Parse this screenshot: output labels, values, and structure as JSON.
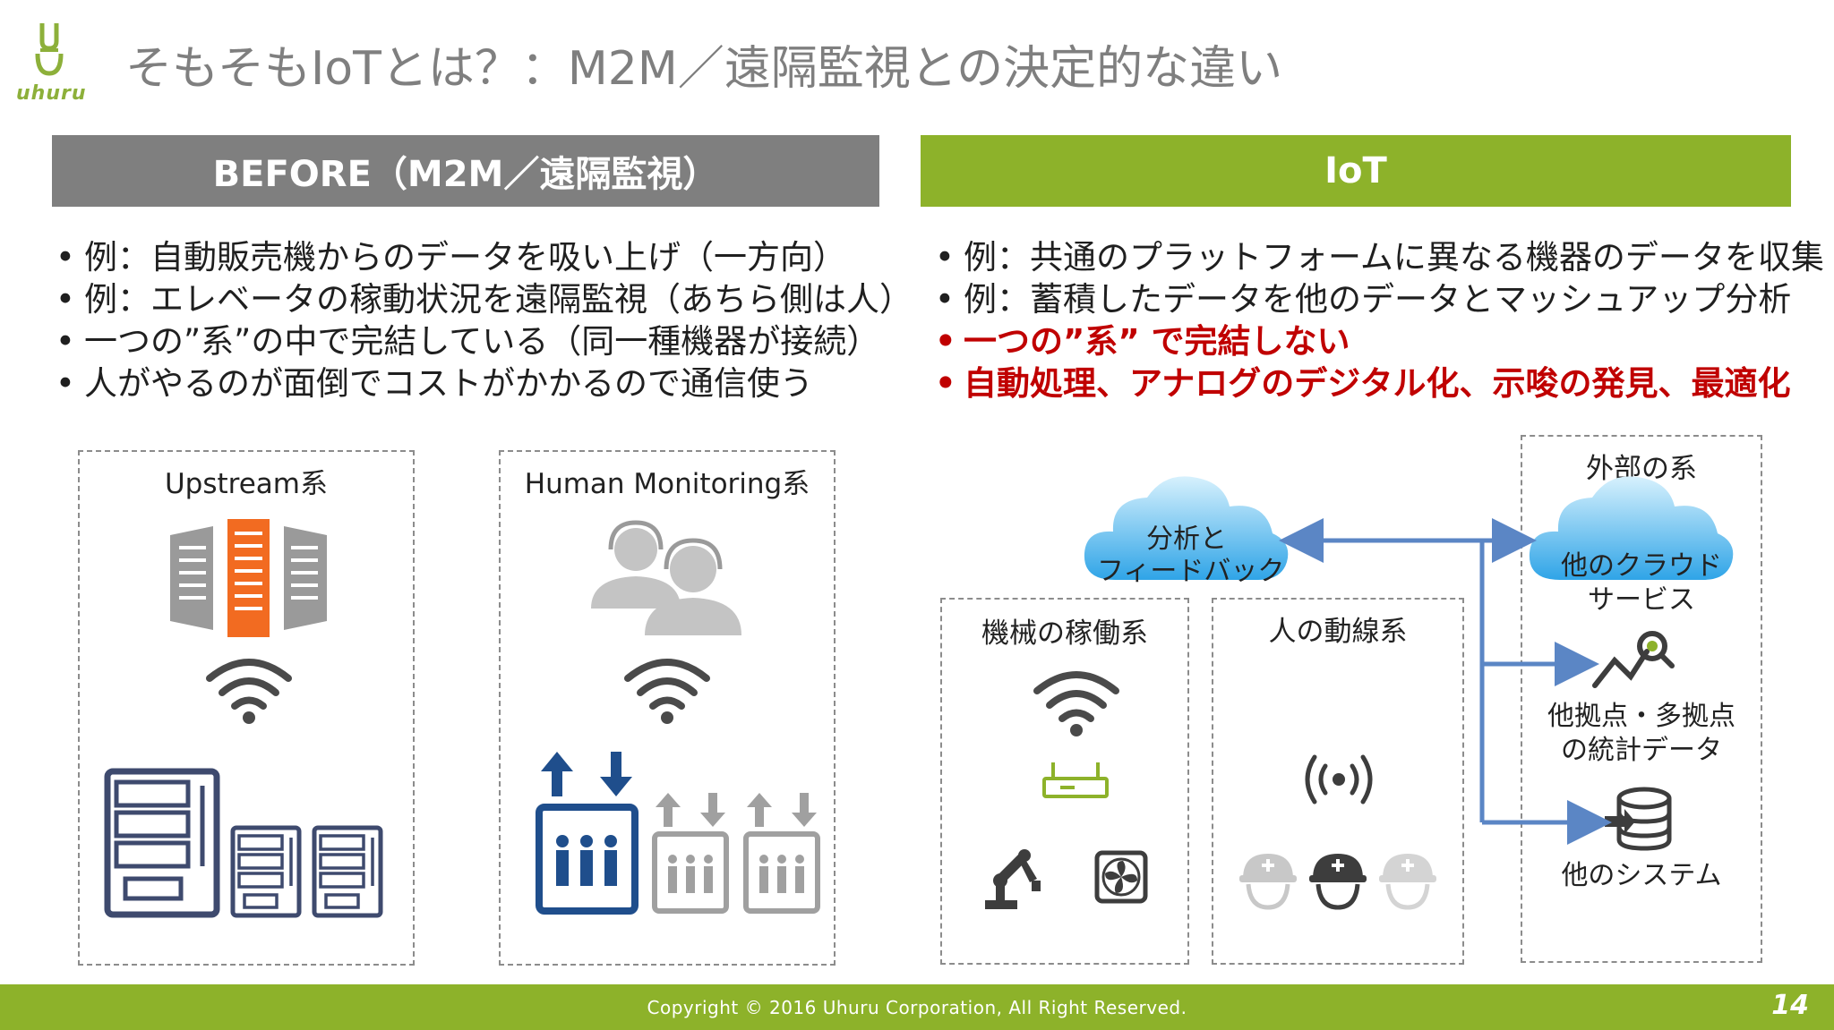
{
  "logo": {
    "text": "uhuru"
  },
  "title": "そもそもIoTとは？：M2M／遠隔監視との決定的な違い",
  "before": {
    "header": "BEFORE（M2M／遠隔監視）",
    "bullets": [
      "例：自動販売機からのデータを吸い上げ（一方向）",
      "例：エレベータの稼動状況を遠隔監視（あちら側は人）",
      "一つの”系”の中で完結している（同一種機器が接続）",
      "人がやるのが面倒でコストがかかるので通信使う"
    ],
    "box1_label": "Upstream系",
    "box2_label": "Human Monitoring系"
  },
  "iot": {
    "header": "IoT",
    "bullets": [
      "例：共通のプラットフォームに異なる機器のデータを収集",
      "例：蓄積したデータを他のデータとマッシュアップ分析"
    ],
    "red_bullets": [
      "一つの”系” で完結しない",
      "自動処理、アナログのデジタル化、示唆の発見、最適化"
    ],
    "cloud1_line1": "分析と",
    "cloud1_line2": "フィードバック",
    "box_machine": "機械の稼働系",
    "box_people": "人の動線系",
    "external_label": "外部の系",
    "ext_cloud_line1": "他のクラウド",
    "ext_cloud_line2": "サービス",
    "stats_line1": "他拠点・多拠点",
    "stats_line2": "の統計データ",
    "system": "他のシステム"
  },
  "colors": {
    "accent_green": "#8db22a",
    "header_gray": "#7f7f7f",
    "red": "#c00000",
    "arrow_blue": "#5b86c5"
  },
  "icons": [
    "server-icon",
    "wifi-icon",
    "vending-machine-icon",
    "operator-headset-icon",
    "elevator-icon",
    "router-icon",
    "robot-arm-icon",
    "fan-icon",
    "radio-signal-icon",
    "helmet-icon",
    "cloud-icon",
    "analytics-search-icon",
    "database-icon"
  ],
  "footer": {
    "copyright": "Copyright © 2016 Uhuru Corporation, All Right Reserved.",
    "page": "14"
  }
}
